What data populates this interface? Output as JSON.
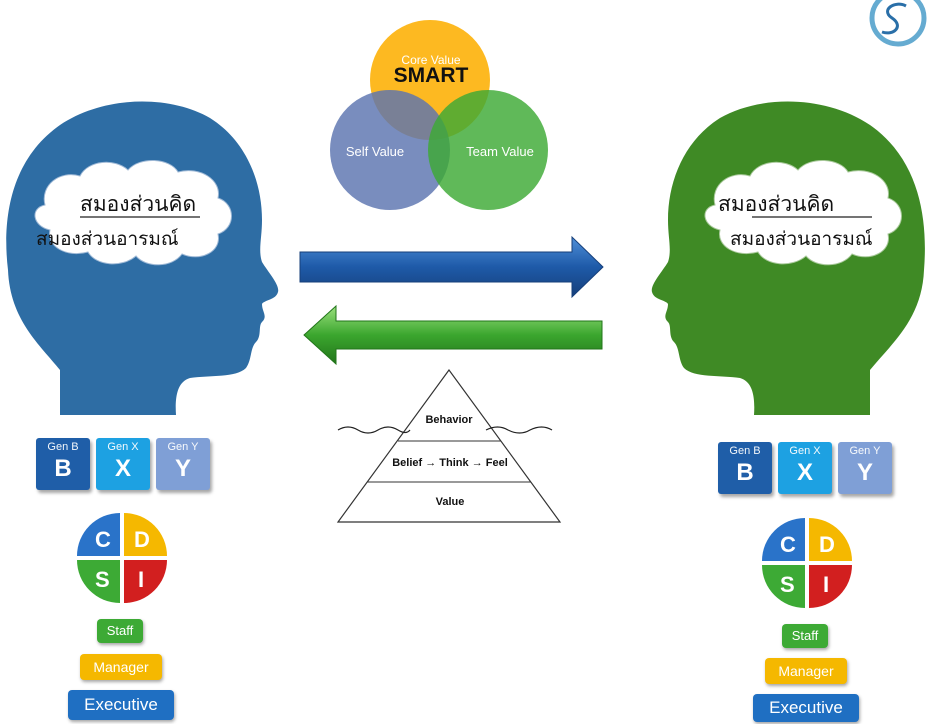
{
  "venn": {
    "top_caption": "Core Value",
    "top_title": "SMART",
    "left_label": "Self Value",
    "right_label": "Team Value"
  },
  "left_head": {
    "color": "#2E6DA4",
    "thinking_brain": "สมองส่วนคิด",
    "emotional_brain": "สมองส่วนอารมณ์"
  },
  "right_head": {
    "color": "#3F8A25",
    "thinking_brain": "สมองส่วนคิด",
    "emotional_brain": "สมองส่วนอารมณ์"
  },
  "pyramid": {
    "top": "Behavior",
    "middle": "Belief → Think → Feel",
    "bottom": "Value"
  },
  "generations": [
    {
      "small": "Gen B",
      "big": "B",
      "color": "#1F5EA8"
    },
    {
      "small": "Gen X",
      "big": "X",
      "color": "#1DA1E2"
    },
    {
      "small": "Gen Y",
      "big": "Y",
      "color": "#7F9FD6"
    }
  ],
  "disc": [
    {
      "letter": "C",
      "color": "#2A73C9"
    },
    {
      "letter": "D",
      "color": "#F5B800"
    },
    {
      "letter": "S",
      "color": "#3DAA35"
    },
    {
      "letter": "I",
      "color": "#D21F1F"
    }
  ],
  "roles": {
    "staff": "Staff",
    "manager": "Manager",
    "executive": "Executive"
  },
  "colors": {
    "blue_arrow": "#1E5AA8",
    "green_arrow": "#3BA62E",
    "venn_top": "#FDB515",
    "venn_left": "#5B74B0",
    "venn_right": "#3DAA35",
    "staff": "#3DAA35",
    "manager": "#F5B800",
    "executive": "#1F6FC2"
  }
}
